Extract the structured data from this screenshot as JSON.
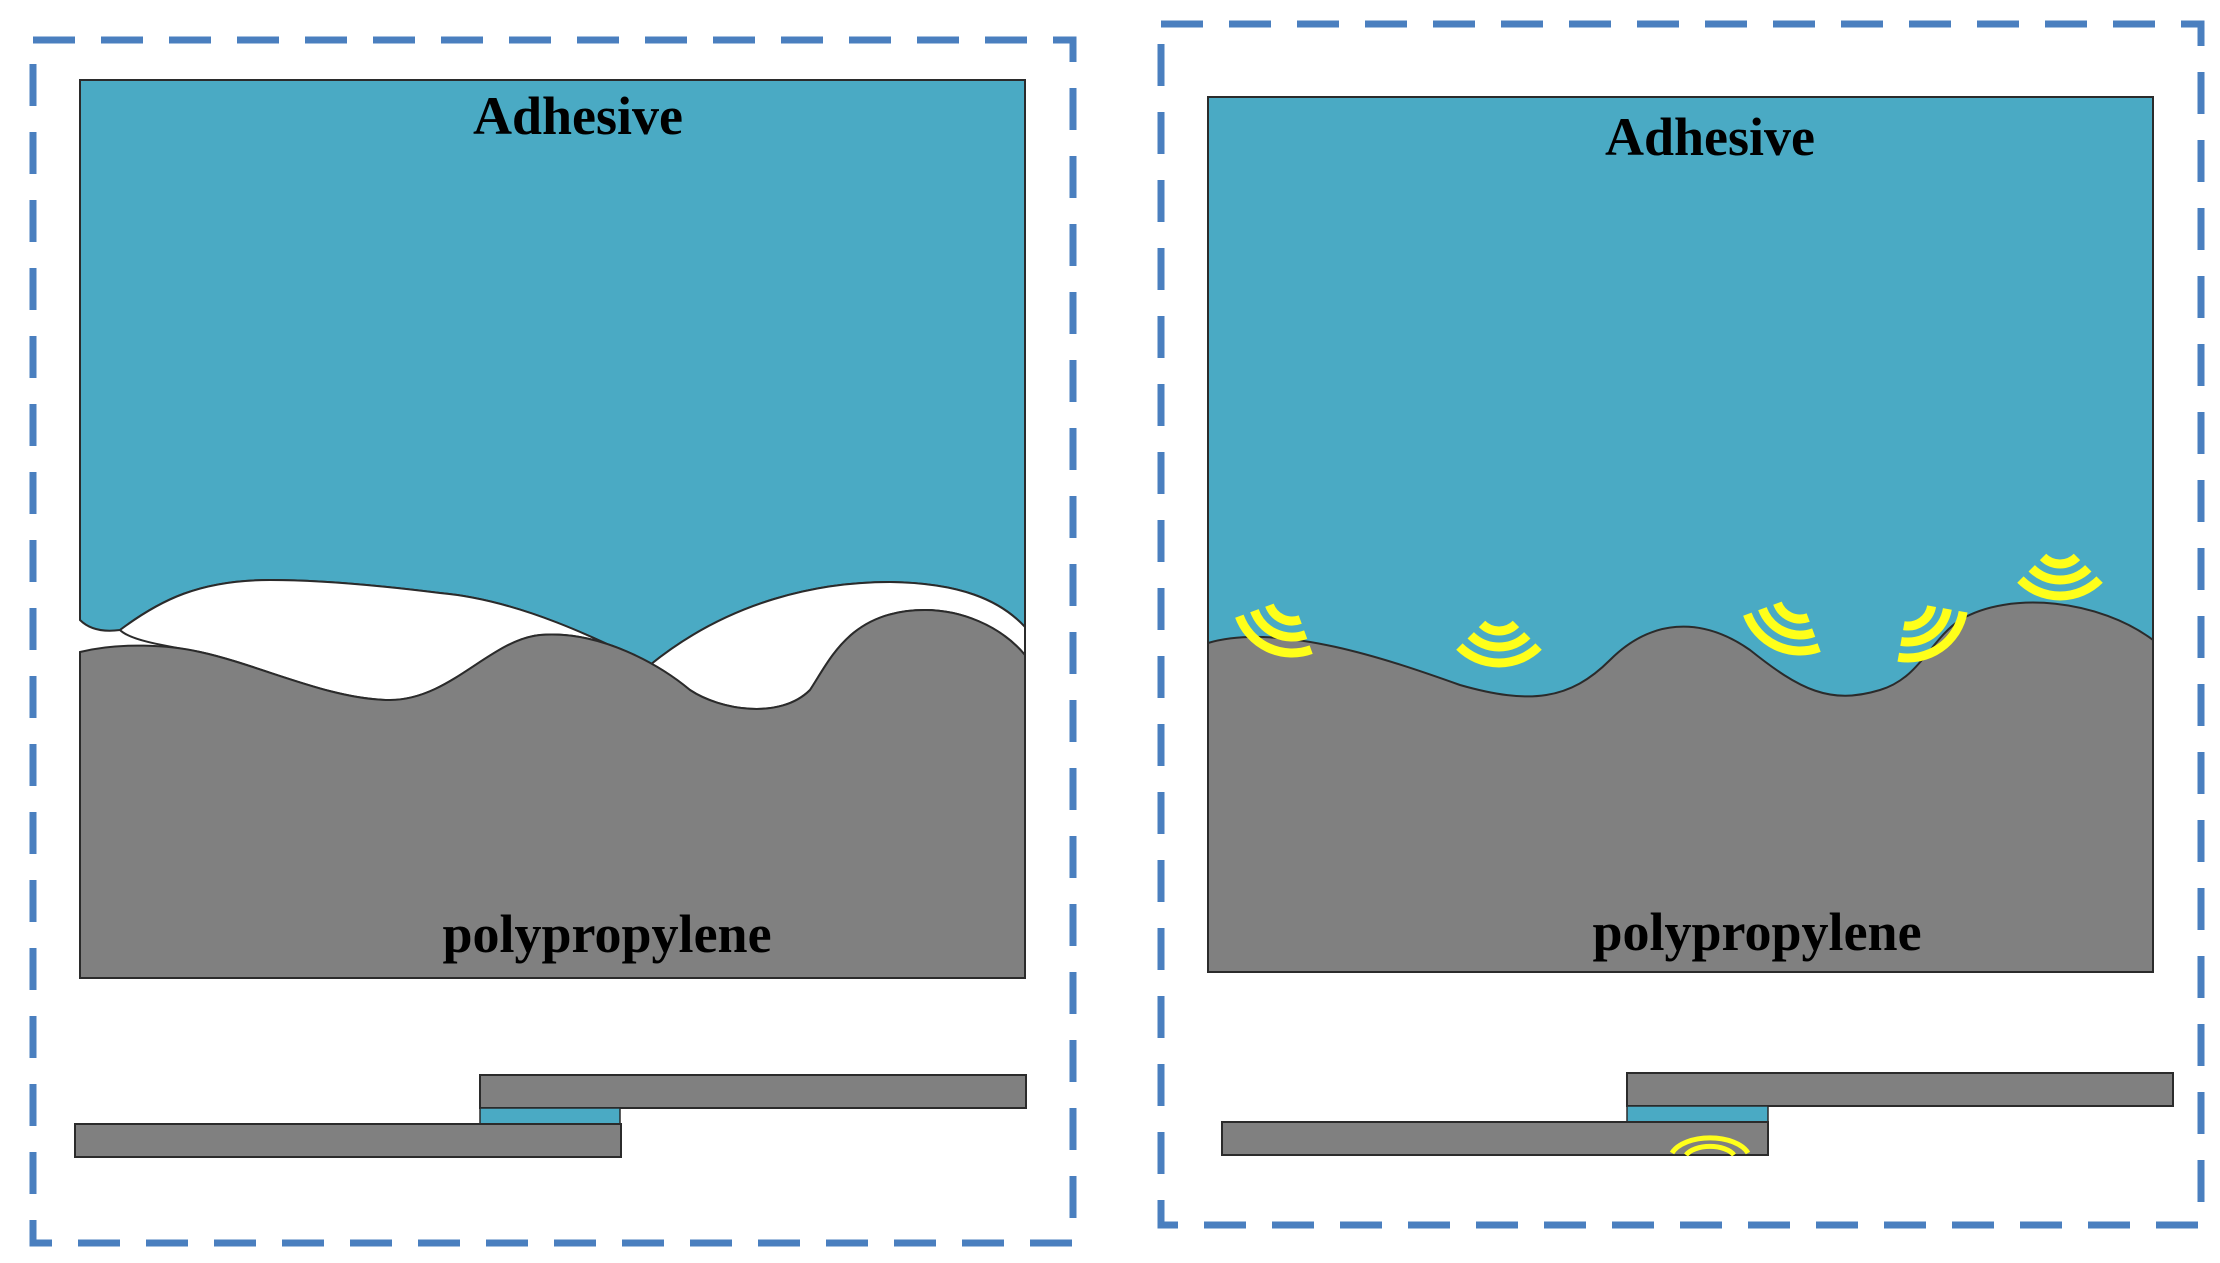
{
  "panels": [
    {
      "adhesive_label": "Adhesive",
      "substrate_label": "polypropylene"
    },
    {
      "adhesive_label": "Adhesive",
      "substrate_label": "polypropylene"
    }
  ],
  "colors": {
    "frame": "#4a7fbf",
    "adhesive": "#4aaac4",
    "polypropylene": "#808080",
    "interaction_waves": "#ffff1a"
  },
  "icons": [
    "interaction-wave-icon"
  ]
}
